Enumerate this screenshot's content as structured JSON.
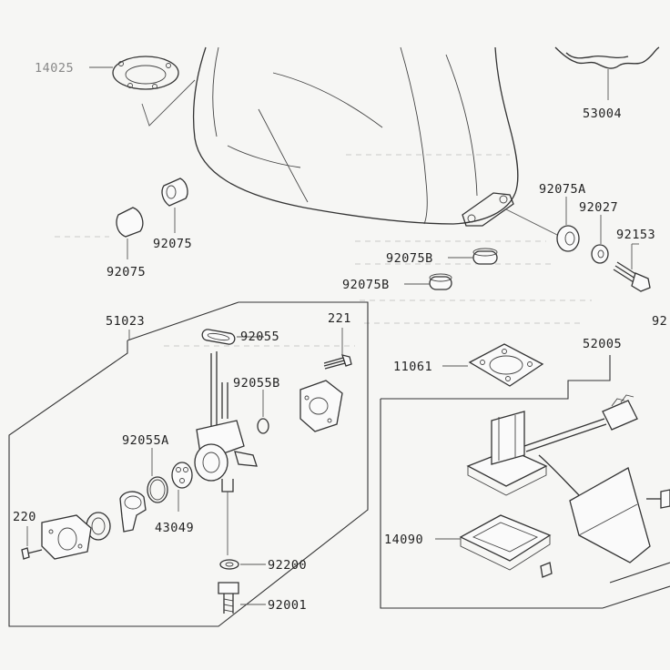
{
  "labels": {
    "p14025": "14025",
    "p53004": "53004",
    "p92075a_top": "92075A",
    "p92027": "92027",
    "p92153": "92153",
    "p92075_a": "92075",
    "p92075_b": "92075",
    "p92075b_a": "92075B",
    "p92075b_b": "92075B",
    "p51023": "51023",
    "p92055": "92055",
    "p221": "221",
    "p92055b": "92055B",
    "p92055a": "92055A",
    "p43049": "43049",
    "p220": "220",
    "p92200": "92200",
    "p92001": "92001",
    "p11061": "11061",
    "p52005": "52005",
    "p14090": "14090",
    "p92_edge": "92"
  }
}
